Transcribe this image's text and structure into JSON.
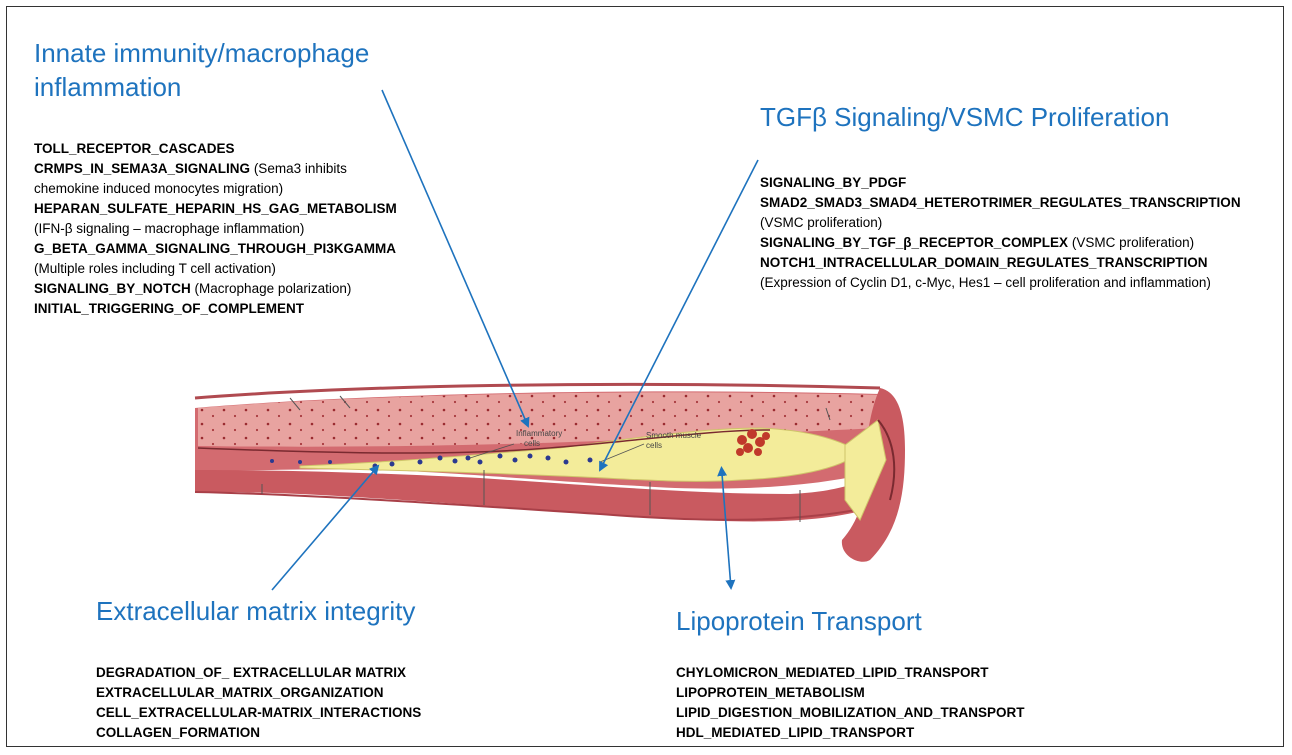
{
  "colors": {
    "accent": "#1e73be",
    "text": "#000000",
    "vessel_outer": "#c9585f",
    "vessel_inner": "#e9a7a2",
    "plaque": "#f3ec9a"
  },
  "innate": {
    "title": "Innate immunity/macrophage inflammation",
    "title_lines": [
      "Innate immunity/macrophage",
      "inflammation"
    ],
    "items": [
      {
        "name": "TOLL_RECEPTOR_CASCADES",
        "note": ""
      },
      {
        "name": "CRMPS_IN_SEMA3A_SIGNALING",
        "note": "(Sema3 inhibits"
      },
      {
        "name": "",
        "note": "chemokine induced monocytes migration)"
      },
      {
        "name": "HEPARAN_SULFATE_HEPARIN_HS_GAG_METABOLISM",
        "note": ""
      },
      {
        "name": "",
        "note": "(IFN-β signaling – macrophage inflammation)"
      },
      {
        "name": "G_BETA_GAMMA_SIGNALING_THROUGH_PI3KGAMMA",
        "note": ""
      },
      {
        "name": "",
        "note": "(Multiple roles including T cell activation)"
      },
      {
        "name": "SIGNALING_BY_NOTCH",
        "note": "(Macrophage polarization)"
      },
      {
        "name": "INITIAL_TRIGGERING_OF_COMPLEMENT",
        "note": ""
      }
    ]
  },
  "tgfb": {
    "title": "TGFβ Signaling/VSMC Proliferation",
    "items": [
      {
        "name": "SIGNALING_BY_PDGF",
        "note": ""
      },
      {
        "name": "SMAD2_SMAD3_SMAD4_HETEROTRIMER_REGULATES_TRANSCRIPTION",
        "note": ""
      },
      {
        "name": "",
        "note": "(VSMC proliferation)"
      },
      {
        "name": "SIGNALING_BY_TGF_β_RECEPTOR_COMPLEX",
        "note": "(VSMC proliferation)"
      },
      {
        "name": "NOTCH1_INTRACELLULAR_DOMAIN_REGULATES_TRANSCRIPTION",
        "note": ""
      },
      {
        "name": "",
        "note": "(Expression of Cyclin D1, c-Myc, Hes1 – cell proliferation and inflammation)"
      }
    ]
  },
  "ecm": {
    "title": "Extracellular matrix integrity",
    "items": [
      {
        "name": "DEGRADATION_OF_ EXTRACELLULAR MATRIX",
        "note": ""
      },
      {
        "name": "EXTRACELLULAR_MATRIX_ORGANIZATION",
        "note": ""
      },
      {
        "name": "CELL_EXTRACELLULAR-MATRIX_INTERACTIONS",
        "note": ""
      },
      {
        "name": "COLLAGEN_FORMATION",
        "note": ""
      }
    ]
  },
  "lipo": {
    "title": "Lipoprotein Transport",
    "items": [
      {
        "name": "CHYLOMICRON_MEDIATED_LIPID_TRANSPORT",
        "note": ""
      },
      {
        "name": "LIPOPROTEIN_METABOLISM",
        "note": ""
      },
      {
        "name": "LIPID_DIGESTION_MOBILIZATION_AND_TRANSPORT",
        "note": ""
      },
      {
        "name": "HDL_MEDIATED_LIPID_TRANSPORT",
        "note": ""
      }
    ]
  },
  "artery": {
    "label_inflammatory": [
      "Inflammatory",
      "cells"
    ],
    "label_smooth_muscle": [
      "Smooth muscle",
      "cells"
    ]
  }
}
